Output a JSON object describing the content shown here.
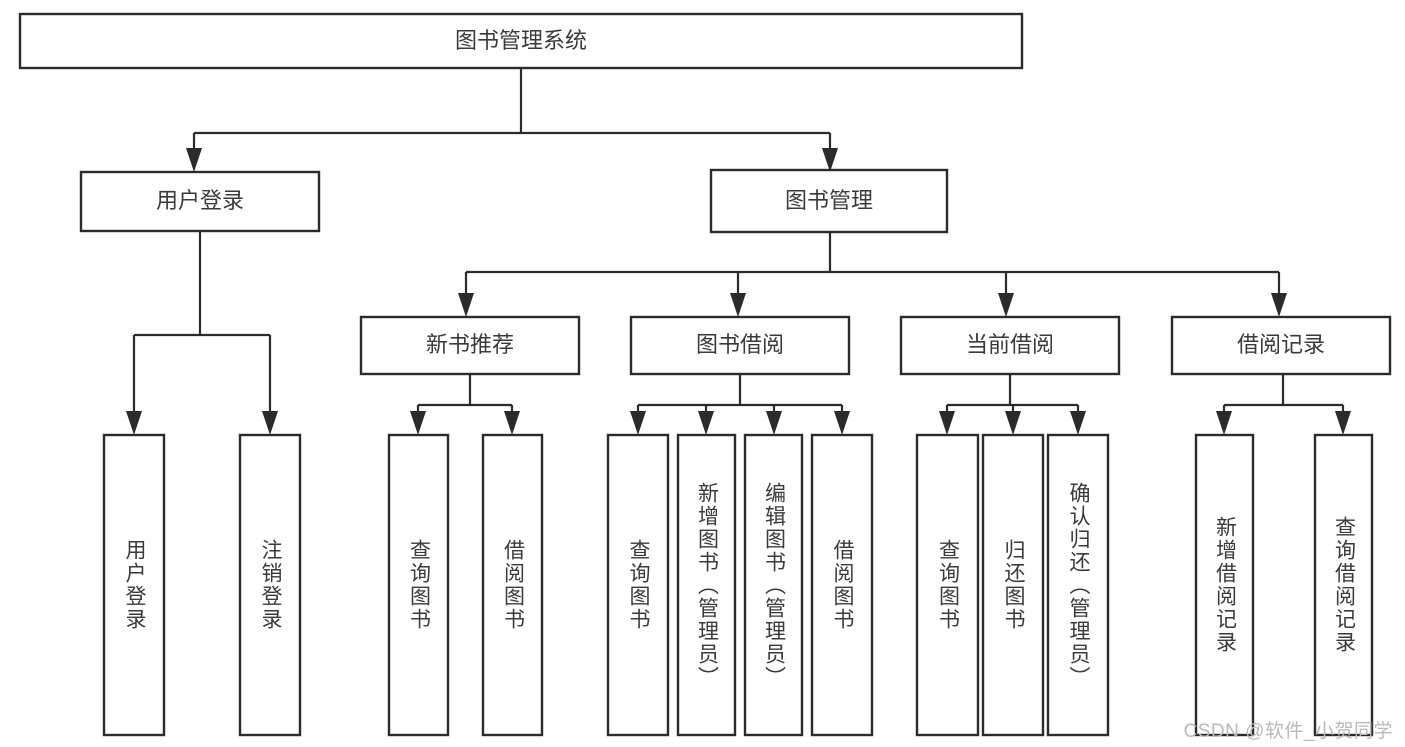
{
  "diagram": {
    "title": "图书管理系统",
    "type": "tree-hierarchy-diagram",
    "orientation": "top-down",
    "colors": {
      "box_stroke": "#2b2b2b",
      "box_fill": "#ffffff",
      "connector": "#2b2b2b",
      "label_text": "#3a3a3a",
      "background": "#ffffff",
      "watermark_text": "#b9b9b9"
    },
    "root": {
      "label": "图书管理系统"
    },
    "level2": [
      {
        "label": "用户登录"
      },
      {
        "label": "图书管理"
      }
    ],
    "level3": [
      {
        "label": "新书推荐"
      },
      {
        "label": "图书借阅"
      },
      {
        "label": "当前借阅"
      },
      {
        "label": "借阅记录"
      }
    ],
    "leaves": {
      "user_login": [
        {
          "label": "用户登录"
        },
        {
          "label": "注销登录"
        }
      ],
      "new_book_recommend": [
        {
          "label": "查询图书"
        },
        {
          "label": "借阅图书"
        }
      ],
      "book_borrow": [
        {
          "label": "查询图书"
        },
        {
          "label": "新增图书（管理员）"
        },
        {
          "label": "编辑图书（管理员）"
        },
        {
          "label": "借阅图书"
        }
      ],
      "current_borrow": [
        {
          "label": "查询图书"
        },
        {
          "label": "归还图书"
        },
        {
          "label": "确认归还（管理员）"
        }
      ],
      "borrow_record": [
        {
          "label": "新增借阅记录"
        },
        {
          "label": "查询借阅记录"
        }
      ]
    }
  },
  "watermark": {
    "text": "CSDN @软件_小贺同学"
  }
}
